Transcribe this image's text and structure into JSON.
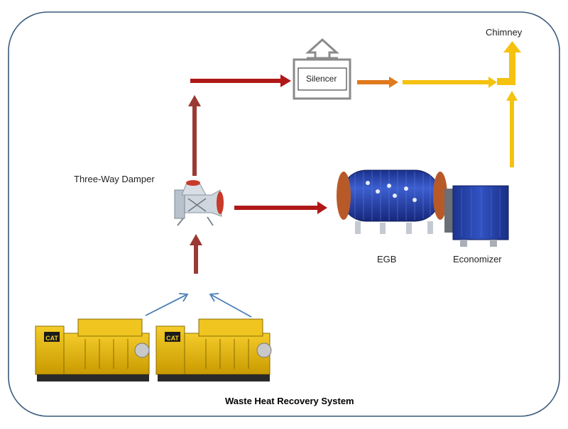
{
  "diagram": {
    "title": "Waste Heat Recovery System",
    "components": {
      "chimney": "Chimney",
      "silencer": "Silencer",
      "damper": "Three-Way Damper",
      "egb": "EGB",
      "economizer": "Economizer"
    },
    "generators": [
      {
        "brand": "CAT"
      },
      {
        "brand": "CAT"
      }
    ],
    "colors": {
      "frame": "#3a5a7a",
      "flow_red": "#b01818",
      "flow_dark_red": "#9b3a34",
      "flow_orange": "#e07a1c",
      "flow_yellow": "#f5c20f",
      "feed_blue": "#4a7fb8",
      "boiler_blue": "#2542a8",
      "generator_yellow": "#e8b800"
    }
  }
}
